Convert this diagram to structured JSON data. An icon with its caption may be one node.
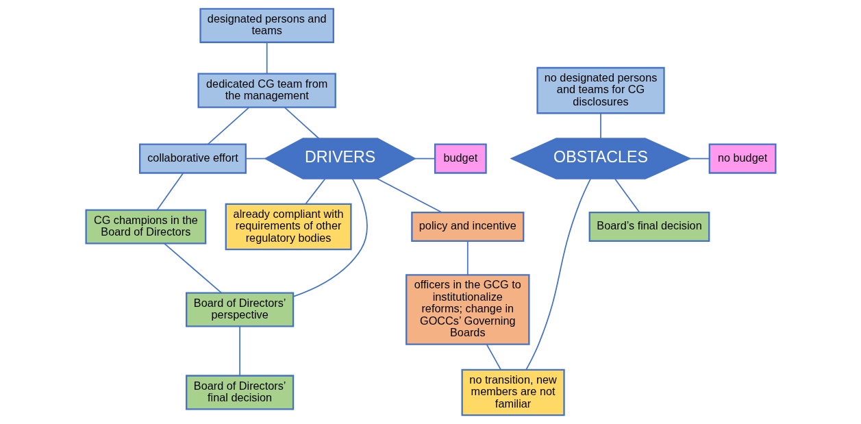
{
  "diagram": {
    "nodes": [
      {
        "text": [
          "designated persons and teams"
        ]
      },
      {
        "text": [
          "dedicated CG team from the management"
        ]
      },
      {
        "text": [
          "already compliant with requirements of other regulatory bodies"
        ]
      },
      {
        "text": [
          "no designated persons and teams for CG disclosures"
        ]
      },
      {
        "text": [
          "collaborative effort"
        ]
      },
      {
        "text": [
          "DRIVERS"
        ]
      },
      {
        "text": [
          "budget"
        ]
      },
      {
        "text": [
          "OBSTACLES"
        ]
      },
      {
        "text": [
          "no budget"
        ]
      },
      {
        "text": [
          "no transition, new members are not familiar"
        ]
      },
      {
        "text": [
          "Board’s final decision"
        ]
      },
      {
        "text": [
          "CG champions in the Board of Directors"
        ]
      },
      {
        "text": [
          "Board of Directors’ perspective"
        ]
      },
      {
        "text": [
          "policy and incentive"
        ]
      },
      {
        "text": [
          "Board of Directors’ final decision"
        ]
      },
      {
        "text": [
          "officers in the GCG to institutionalize reforms; change in GOCCs’ Governing Boards"
        ]
      }
    ],
    "edges": [
      {
        "from": 0,
        "to": 1,
        "arrow": "none"
      },
      {
        "from": 1,
        "to": 4,
        "arrow": "none"
      },
      {
        "from": 4,
        "to": 5,
        "arrow": "none"
      },
      {
        "from": 1,
        "to": 5,
        "arrow": "none"
      },
      {
        "from": 5,
        "to": 2,
        "arrow": "none"
      },
      {
        "from": 5,
        "to": 6,
        "arrow": "none"
      },
      {
        "from": 5,
        "to": 12,
        "arrow": "none"
      },
      {
        "from": 5,
        "to": 13,
        "arrow": "none"
      },
      {
        "from": 4,
        "to": 11,
        "arrow": "none"
      },
      {
        "from": 11,
        "to": 12,
        "arrow": "none"
      },
      {
        "from": 12,
        "to": 14,
        "arrow": "none"
      },
      {
        "from": 13,
        "to": 15,
        "arrow": "none"
      },
      {
        "from": 15,
        "to": 9,
        "arrow": "none"
      },
      {
        "from": 3,
        "to": 7,
        "arrow": "none"
      },
      {
        "from": 7,
        "to": 8,
        "arrow": "none"
      },
      {
        "from": 7,
        "to": 9,
        "arrow": "none"
      },
      {
        "from": 7,
        "to": 10,
        "arrow": "none"
      }
    ]
  }
}
